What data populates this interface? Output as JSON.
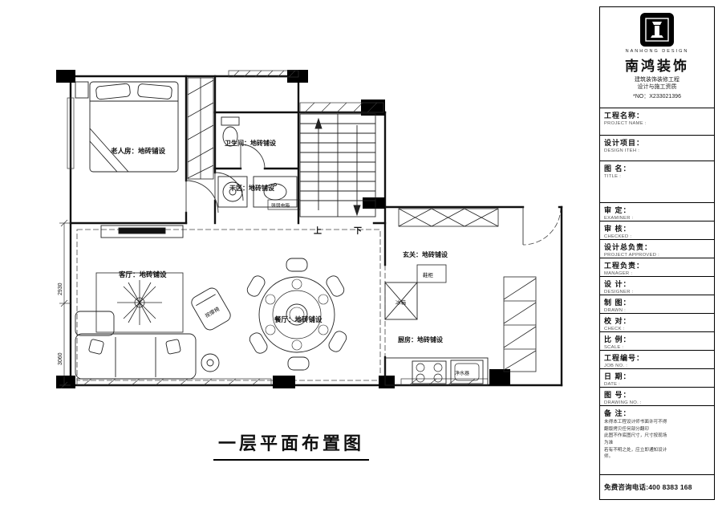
{
  "plan": {
    "caption": "一层平面布置图",
    "labels": [
      {
        "text": "老人房：地砖铺设"
      },
      {
        "text": "卫生间：地砖铺设"
      },
      {
        "text": "干区：地砖铺设"
      },
      {
        "text": "上"
      },
      {
        "text": "下"
      },
      {
        "text": "客厅：地砖铺设"
      },
      {
        "text": "餐厅：地砖铺设"
      },
      {
        "text": "玄关：地砖铺设"
      },
      {
        "text": "厨房：地砖铺设"
      },
      {
        "text": "鞋柜"
      },
      {
        "text": "冰箱"
      },
      {
        "text": "净水器"
      },
      {
        "text": "按摩椅"
      },
      {
        "text": "强弱电箱"
      },
      {
        "text": "2930"
      },
      {
        "text": "3060"
      }
    ]
  },
  "title_block": {
    "brand": {
      "logo": "nanhong-column-logo",
      "name_en": "NANHONG DESIGN",
      "name_cn": "南鸿装饰",
      "qualification_line1": "建筑装饰装修工程",
      "qualification_line2": "设计与施工资质",
      "no_line": "*NO：X233021396"
    },
    "fields": [
      {
        "cn": "工程名称：",
        "en": "PROJECT NAME :"
      },
      {
        "cn": "设计项目：",
        "en": "DESIGN ITEH :"
      },
      {
        "cn": "图 名：",
        "en": "TITLE :"
      },
      {
        "cn": "审 定：",
        "en": "EXAMINER :"
      },
      {
        "cn": "审 核：",
        "en": "CHECKED :"
      },
      {
        "cn": "设计总负责：",
        "en": "PROJECT APPROVED :"
      },
      {
        "cn": "工程负责：",
        "en": "MANAGER :"
      },
      {
        "cn": "设 计：",
        "en": "DESIGNER :"
      },
      {
        "cn": "制 图：",
        "en": "DRAWN :"
      },
      {
        "cn": "校 对：",
        "en": "CHECK :"
      },
      {
        "cn": "比 例：",
        "en": "SCALE :"
      },
      {
        "cn": "工程编号：",
        "en": "JOB NO. :"
      },
      {
        "cn": "日 期：",
        "en": "DATE :"
      },
      {
        "cn": "图 号：",
        "en": "DRAWING NO. :"
      }
    ],
    "notes": {
      "label": "备 注：",
      "line1": "未得本工程设计师书面许可不得",
      "line2": "翻版拷贝任何部分翻印",
      "line3": "此图不作底图尺寸，尺寸按现场",
      "line4": "为准",
      "line5": "若有不明之处，应立即通知设计",
      "line6": "师。"
    },
    "hotline": "免费咨询电话:400 8383 168"
  }
}
